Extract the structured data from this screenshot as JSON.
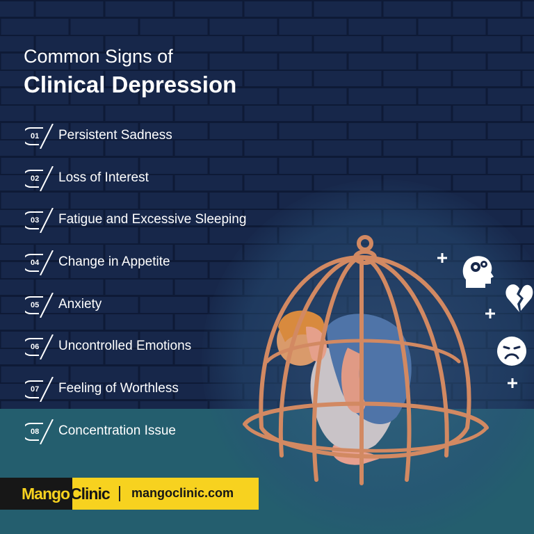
{
  "header": {
    "line1": "Common Signs of",
    "line2": "Clinical Depression"
  },
  "signs": [
    {
      "num": "01",
      "label": "Persistent Sadness"
    },
    {
      "num": "02",
      "label": "Loss of Interest"
    },
    {
      "num": "03",
      "label": "Fatigue and Excessive Sleeping"
    },
    {
      "num": "04",
      "label": "Change in Appetite"
    },
    {
      "num": "05",
      "label": "Anxiety"
    },
    {
      "num": "06",
      "label": "Uncontrolled Emotions"
    },
    {
      "num": "07",
      "label": "Feeling of Worthless"
    },
    {
      "num": "08",
      "label": "Concentration Issue"
    }
  ],
  "icons": {
    "thinking": "head-gears-icon",
    "heartbreak": "broken-heart-icon",
    "sad": "sad-face-icon",
    "plus": "plus-icon"
  },
  "footer": {
    "brand_part1": "Mango",
    "brand_part2": "Clinic",
    "website": "mangoclinic.com"
  },
  "colors": {
    "navy_bg": "#17274a",
    "teal_bg": "#245e6e",
    "brand_yellow": "#f7d21f",
    "brand_black": "#171717",
    "cage": "#d28962"
  }
}
